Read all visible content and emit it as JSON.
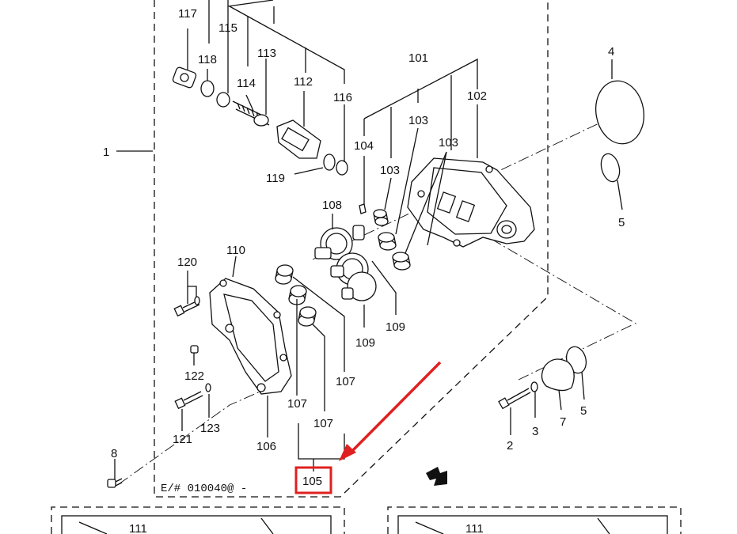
{
  "engine_serial_label": "E/# 010040@ -",
  "highlight_color": "#e02020",
  "callouts": {
    "c1": "1",
    "c2": "2",
    "c3": "3",
    "c4": "4",
    "c5a": "5",
    "c5b": "5",
    "c7": "7",
    "c8": "8",
    "c101": "101",
    "c102": "102",
    "c103a": "103",
    "c103b": "103",
    "c103c": "103",
    "c104": "104",
    "c105": "105",
    "c106": "106",
    "c107a": "107",
    "c107b": "107",
    "c107c": "107",
    "c108": "108",
    "c109a": "109",
    "c109b": "109",
    "c110": "110",
    "c111a": "111",
    "c111b": "111",
    "c112": "112",
    "c113": "113",
    "c114": "114",
    "c115": "115",
    "c116": "116",
    "c117": "117",
    "c118": "118",
    "c119": "119",
    "c120": "120",
    "c121": "121",
    "c122": "122",
    "c123": "123"
  }
}
